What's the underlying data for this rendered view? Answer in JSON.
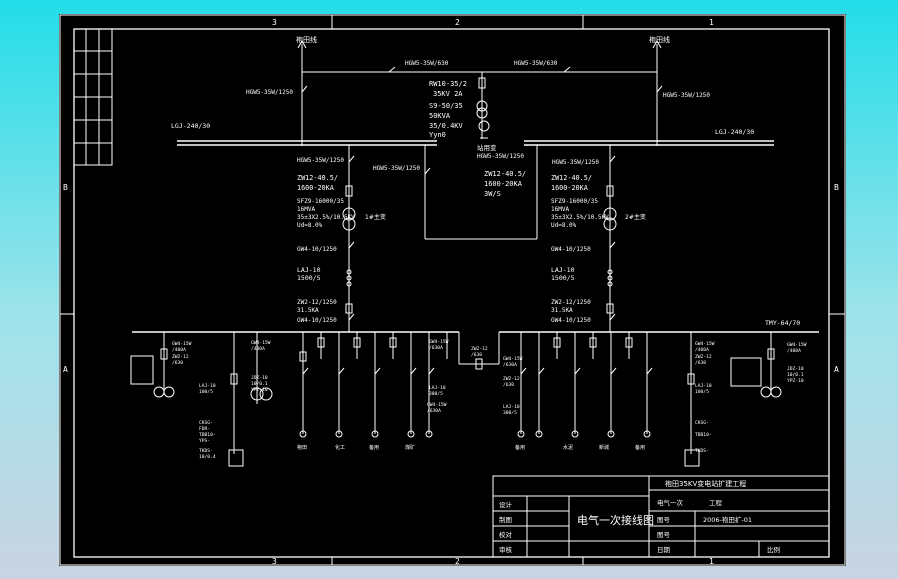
{
  "frame": {
    "zones_top": [
      "3",
      "2",
      "1"
    ],
    "zones_bottom": [
      "3",
      "2",
      "1"
    ],
    "rows_left": [
      "B",
      "A"
    ],
    "rows_right": [
      "B",
      "A"
    ]
  },
  "incoming": {
    "left_line": "袍田线",
    "right_line": "袍田线",
    "station_transformer_label": "站用变",
    "left_disconnect": "HGW5-35W/1250",
    "right_disconnect": "HGW5-35W/1250",
    "tie_left": "HGW5-35W/630",
    "tie_right": "HGW5-35W/630",
    "left_conductor": "LGJ-240/30",
    "right_conductor": "LGJ-240/30"
  },
  "station_transformer": [
    "RW10-35/2",
    "35KV 2A",
    "S9-50/35",
    "50KVA",
    "35/0.4KV",
    "Yyn0"
  ],
  "bus_35kv": {
    "pt_disconnect": "HGW5-35W/1250",
    "mid_disconnect": "HGW5-35W/1250",
    "mid_breaker": [
      "ZW12-40.5/",
      "1600-20KA",
      "3W/S"
    ],
    "left_feeder_disconnect": "HGW5-35W/1250",
    "right_feeder_disconnect": "HGW5-35W/1250"
  },
  "transformer_1": {
    "breaker": [
      "ZW12-40.5/",
      "1600-20KA"
    ],
    "specs": [
      "SFZ9-16000/35",
      "16MVA",
      "35±3X2.5%/10.5KV",
      "Ud=8.0%"
    ],
    "name": "1#主变",
    "lv_disconnect": "GW4-10/1250",
    "ct": [
      "LAJ-10",
      "1500/5"
    ],
    "lv_breaker": [
      "ZW2-12/1250",
      "31.5KA"
    ],
    "lv_disconnect2": "GW4-10/1250"
  },
  "transformer_2": {
    "breaker": [
      "ZW12-40.5/",
      "1600-20KA"
    ],
    "specs": [
      "SFZ9-16000/35",
      "16MVA",
      "35±3X2.5%/10.5KV",
      "Ud=8.0%"
    ],
    "name": "2#主变",
    "lv_disconnect": "GW4-10/1250",
    "ct": [
      "LAJ-10",
      "1500/5"
    ],
    "lv_breaker": [
      "ZW2-12/1250",
      "31.5KA"
    ],
    "lv_disconnect2": "GW4-10/1250"
  },
  "bus_10kv": {
    "right_conductor": "TMY-64/70",
    "left_cap_bank": [
      "GW4-15W",
      "/400A",
      "ZW2-12",
      "/630",
      "LAJ-10",
      "100/5",
      "CKSG-",
      "FDR-",
      "TBB10-",
      "YPS-",
      "TKDS-",
      "10/0.4"
    ],
    "right_cap_bank": [
      "GW4-15W",
      "/400A",
      "ZW2-12",
      "/630",
      "LAJ-10",
      "100/5",
      "CKSG-",
      "TBB10-",
      "TKDS-"
    ],
    "tie_cabinet": [
      "GW4-15W",
      "/630A",
      "ZW2-12",
      "/630",
      "LAJ-10",
      "300/5"
    ],
    "left_pt": [
      "GW4-15W",
      "/400A",
      "JDZ-10",
      "10/0.1",
      "YPZ-10"
    ],
    "right_pt": [
      "GW4-15W",
      "/400A",
      "JDZ-10",
      "10/0.1",
      "YPZ-10"
    ],
    "left_feeders": [
      "袍田",
      "化工",
      "备用",
      "煤矿"
    ],
    "right_feeders": [
      "备用",
      "水泥",
      "新城",
      "备用"
    ],
    "left_feeder_specs": [
      "GW4-15W",
      "/630A",
      "ZW2-12",
      "/630",
      "LAJ-10",
      "300/5"
    ],
    "right_feeder_specs": [
      "GW4-15W",
      "/630A",
      "ZW2-12",
      "/630",
      "LAJ-10",
      "300/5"
    ]
  },
  "title_block": {
    "project": "袍田35KV变电站扩建工程",
    "drawing_title": "电气一次接线图",
    "left_labels": [
      "设计",
      "制图",
      "校对",
      "审核"
    ],
    "section_label": "电气一次",
    "section_value": "工程",
    "drawing_number": "2006-袍田扩-01",
    "right_labels": [
      "图号",
      "图号",
      "日期"
    ],
    "scale_label": "比例"
  },
  "colors": {
    "background_top": "#22dde8",
    "background_bottom": "#c9d3e2",
    "drawing": "#000000",
    "line": "#ffffff"
  }
}
